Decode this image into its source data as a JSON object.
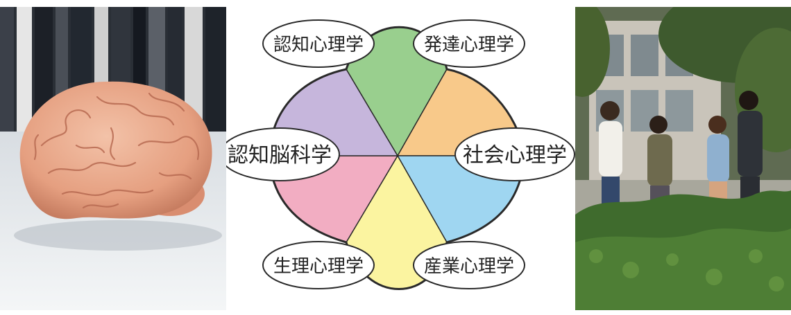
{
  "diagram": {
    "labels": {
      "cognitive_psychology": "認知心理学",
      "developmental_psychology": "発達心理学",
      "cognitive_neuroscience": "認知脳科学",
      "social_psychology": "社会心理学",
      "physiological_psychology": "生理心理学",
      "industrial_psychology": "産業心理学"
    },
    "colors": {
      "green": "#99cf8e",
      "orange": "#f8c98a",
      "blue": "#9fd6f1",
      "yellow": "#fbf4a0",
      "pink": "#f2adc2",
      "purple": "#c6b6dc",
      "outline": "#2a2a2a"
    }
  },
  "photos": {
    "left_icon": "brain-model-photo",
    "right_icon": "students-on-campus-photo"
  }
}
